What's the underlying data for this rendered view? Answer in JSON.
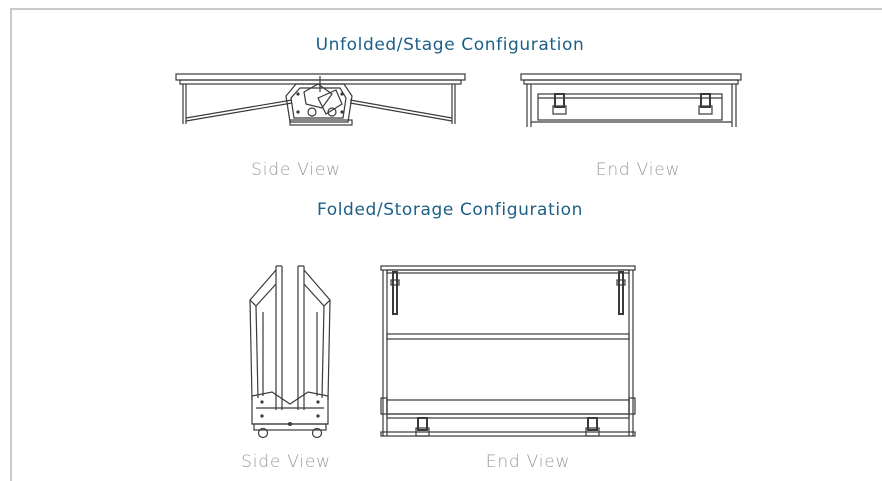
{
  "sections": {
    "unfolded": {
      "title": "Unfolded/Stage Configuration",
      "side_caption": "Side View",
      "end_caption": "End View"
    },
    "folded": {
      "title": "Folded/Storage Configuration",
      "side_caption": "Side View",
      "end_caption": "End View"
    }
  },
  "colors": {
    "title": "#1c5f86",
    "caption": "#9a9a9a",
    "line": "#3a3a3a",
    "frame": "#c9c9c9"
  },
  "icons": [
    "unfolded-side-view-drawing",
    "unfolded-end-view-drawing",
    "folded-side-view-drawing",
    "folded-end-view-drawing"
  ]
}
